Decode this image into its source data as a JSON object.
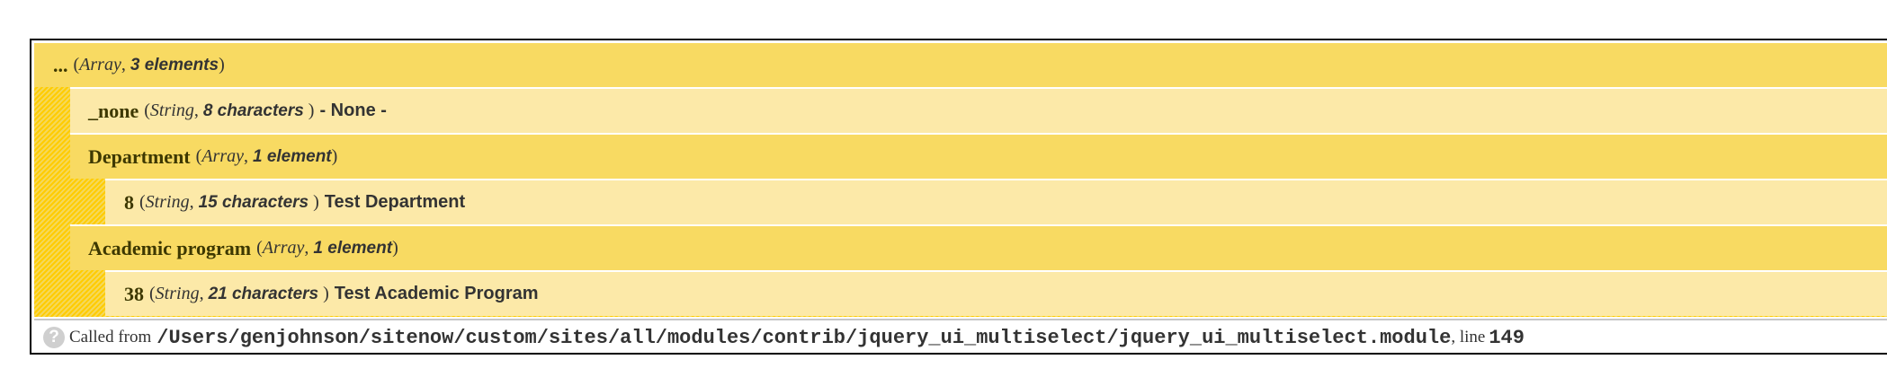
{
  "colors": {
    "row_dark": "#f8da62",
    "row_light": "#fce9a8",
    "gutter": "#ffcc00",
    "key_text": "#3d3800"
  },
  "rows": [
    {
      "key": "...",
      "type": "Array",
      "size": "3 elements",
      "value": ""
    },
    {
      "key": "_none",
      "type": "String",
      "size": "8 characters",
      "value": "- None -"
    },
    {
      "key": "Department",
      "type": "Array",
      "size": "1 element",
      "value": ""
    },
    {
      "key": "8",
      "type": "String",
      "size": "15 characters",
      "value": "Test Department"
    },
    {
      "key": "Academic program",
      "type": "Array",
      "size": "1 element",
      "value": ""
    },
    {
      "key": "38",
      "type": "String",
      "size": "21 characters",
      "value": "Test Academic Program"
    }
  ],
  "footer": {
    "icon": "help-icon",
    "icon_glyph": "?",
    "called_from_label": "Called from",
    "path": "/Users/genjohnson/sitenow/custom/sites/all/modules/contrib/jquery_ui_multiselect/jquery_ui_multiselect.module",
    "line_label": ", line",
    "line": "149"
  }
}
